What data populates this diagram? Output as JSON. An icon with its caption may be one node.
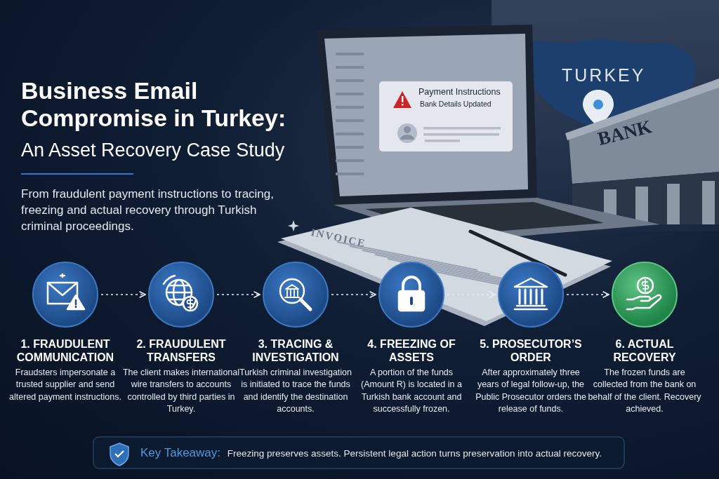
{
  "diagram": {
    "title": "Business Email Compromise in Turkey:",
    "nodes": [
      {
        "text": [
          "1. FRAUDULENT COMMUNICATION",
          "Fraudsters impersonate a trusted supplier and send altered payment instructions."
        ]
      },
      {
        "text": [
          "2. FRAUDULENT TRANSFERS",
          "The client makes international wire transfers to accounts controlled by third parties in Turkey."
        ]
      },
      {
        "text": [
          "3. TRACING & INVESTIGATION",
          "Turkish criminal investigation is initiated to trace the funds and identify the destination accounts."
        ]
      },
      {
        "text": [
          "4. FREEZING OF ASSETS",
          "A portion of the funds (Amount R) is located in a Turkish bank account and successfully frozen."
        ]
      },
      {
        "text": [
          "5. PROSECUTOR’S ORDER",
          "After approximately three years of legal follow-up, the Public Prosecutor orders the release of funds."
        ]
      },
      {
        "text": [
          "6. ACTUAL RECOVERY",
          "The frozen funds are collected from the bank on behalf of the client. Recovery achieved."
        ]
      }
    ],
    "edges": [
      {
        "from": 0,
        "to": 1,
        "arrow": "to"
      },
      {
        "from": 1,
        "to": 2,
        "arrow": "to"
      },
      {
        "from": 2,
        "to": 3,
        "arrow": "to"
      },
      {
        "from": 3,
        "to": 4,
        "arrow": "to"
      },
      {
        "from": 4,
        "to": 5,
        "arrow": "to"
      }
    ],
    "labels": [
      "An Asset Recovery Case Study",
      "From fraudulent payment instructions to tracing, freezing and actual recovery through Turkish criminal proceedings.",
      "Payment Instructions",
      "Bank Details Updated",
      "TURKEY",
      "BANK",
      "INVOICE",
      "**Key Takeaway:** Freezing preserves assets. Persistent legal action turns preservation into actual recovery."
    ]
  }
}
